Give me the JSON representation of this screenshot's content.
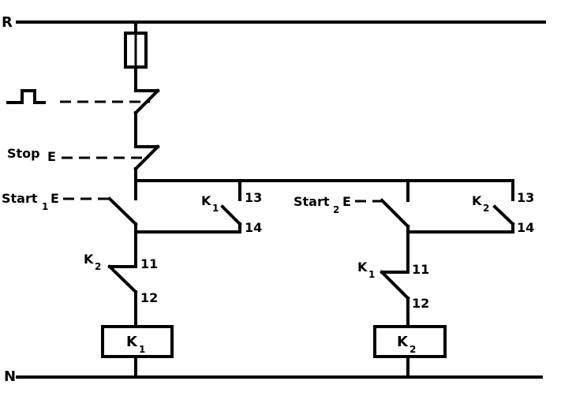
{
  "rails": {
    "top": "R",
    "bottom": "N"
  },
  "stop": {
    "label": "Stop",
    "actuator": "E"
  },
  "branch1": {
    "start_label": "Start",
    "start_sub": "1",
    "start_actuator": "E",
    "holding_letter": "K",
    "holding_sub": "1",
    "holding_t1": "13",
    "holding_t2": "14",
    "interlock_letter": "K",
    "interlock_sub": "2",
    "interlock_t1": "11",
    "interlock_t2": "12",
    "coil_letter": "K",
    "coil_sub": "1"
  },
  "branch2": {
    "start_label": "Start",
    "start_sub": "2",
    "start_actuator": "E",
    "holding_letter": "K",
    "holding_sub": "2",
    "holding_t1": "13",
    "holding_t2": "14",
    "interlock_letter": "K",
    "interlock_sub": "1",
    "interlock_t1": "11",
    "interlock_t2": "12",
    "coil_letter": "K",
    "coil_sub": "2"
  }
}
